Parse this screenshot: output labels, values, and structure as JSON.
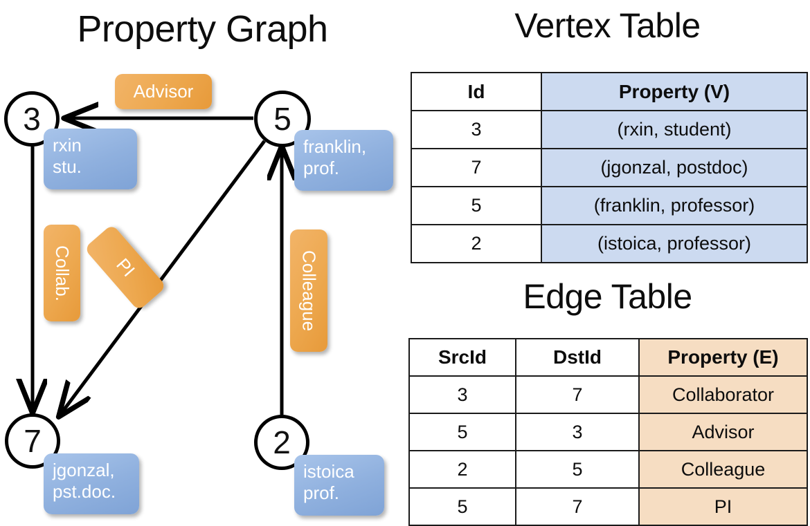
{
  "titles": {
    "property_graph": "Property Graph",
    "vertex_table": "Vertex Table",
    "edge_table": "Edge Table"
  },
  "colors": {
    "vertex_property_fill": "#ccdaf0",
    "edge_property_fill": "#f6ddc2",
    "vertex_box_fill": "#8fb0de",
    "edge_box_fill": "#eda84f",
    "stroke": "#000000"
  },
  "graph": {
    "nodes": [
      {
        "id": "3",
        "label": "rxin\nstu.",
        "label_line1": "rxin",
        "label_line2": "stu."
      },
      {
        "id": "5",
        "label": "franklin,\nprof.",
        "label_line1": "franklin,",
        "label_line2": "prof."
      },
      {
        "id": "7",
        "label": "jgonzal,\npst.doc.",
        "label_line1": "jgonzal,",
        "label_line2": "pst.doc."
      },
      {
        "id": "2",
        "label": "istoica\nprof.",
        "label_line1": "istoica",
        "label_line2": "prof."
      }
    ],
    "edge_labels": [
      {
        "name": "advisor",
        "text": "Advisor",
        "orientation": "horizontal"
      },
      {
        "name": "collab",
        "text": "Collab.",
        "orientation": "vertical"
      },
      {
        "name": "pi",
        "text": "PI",
        "orientation": "diagonal"
      },
      {
        "name": "colleague",
        "text": "Colleague",
        "orientation": "vertical"
      }
    ],
    "edges": [
      {
        "from": "5",
        "to": "3",
        "label": "Advisor"
      },
      {
        "from": "3",
        "to": "7",
        "label": "Collab."
      },
      {
        "from": "5",
        "to": "7",
        "label": "PI"
      },
      {
        "from": "2",
        "to": "5",
        "label": "Colleague"
      }
    ]
  },
  "vertex_table": {
    "headers": [
      "Id",
      "Property (V)"
    ],
    "rows": [
      {
        "id": "3",
        "property": "(rxin, student)"
      },
      {
        "id": "7",
        "property": "(jgonzal, postdoc)"
      },
      {
        "id": "5",
        "property": "(franklin, professor)"
      },
      {
        "id": "2",
        "property": "(istoica, professor)"
      }
    ]
  },
  "edge_table": {
    "headers": [
      "SrcId",
      "DstId",
      "Property (E)"
    ],
    "rows": [
      {
        "src": "3",
        "dst": "7",
        "property": "Collaborator"
      },
      {
        "src": "5",
        "dst": "3",
        "property": "Advisor"
      },
      {
        "src": "2",
        "dst": "5",
        "property": "Colleague"
      },
      {
        "src": "5",
        "dst": "7",
        "property": "PI"
      }
    ]
  }
}
